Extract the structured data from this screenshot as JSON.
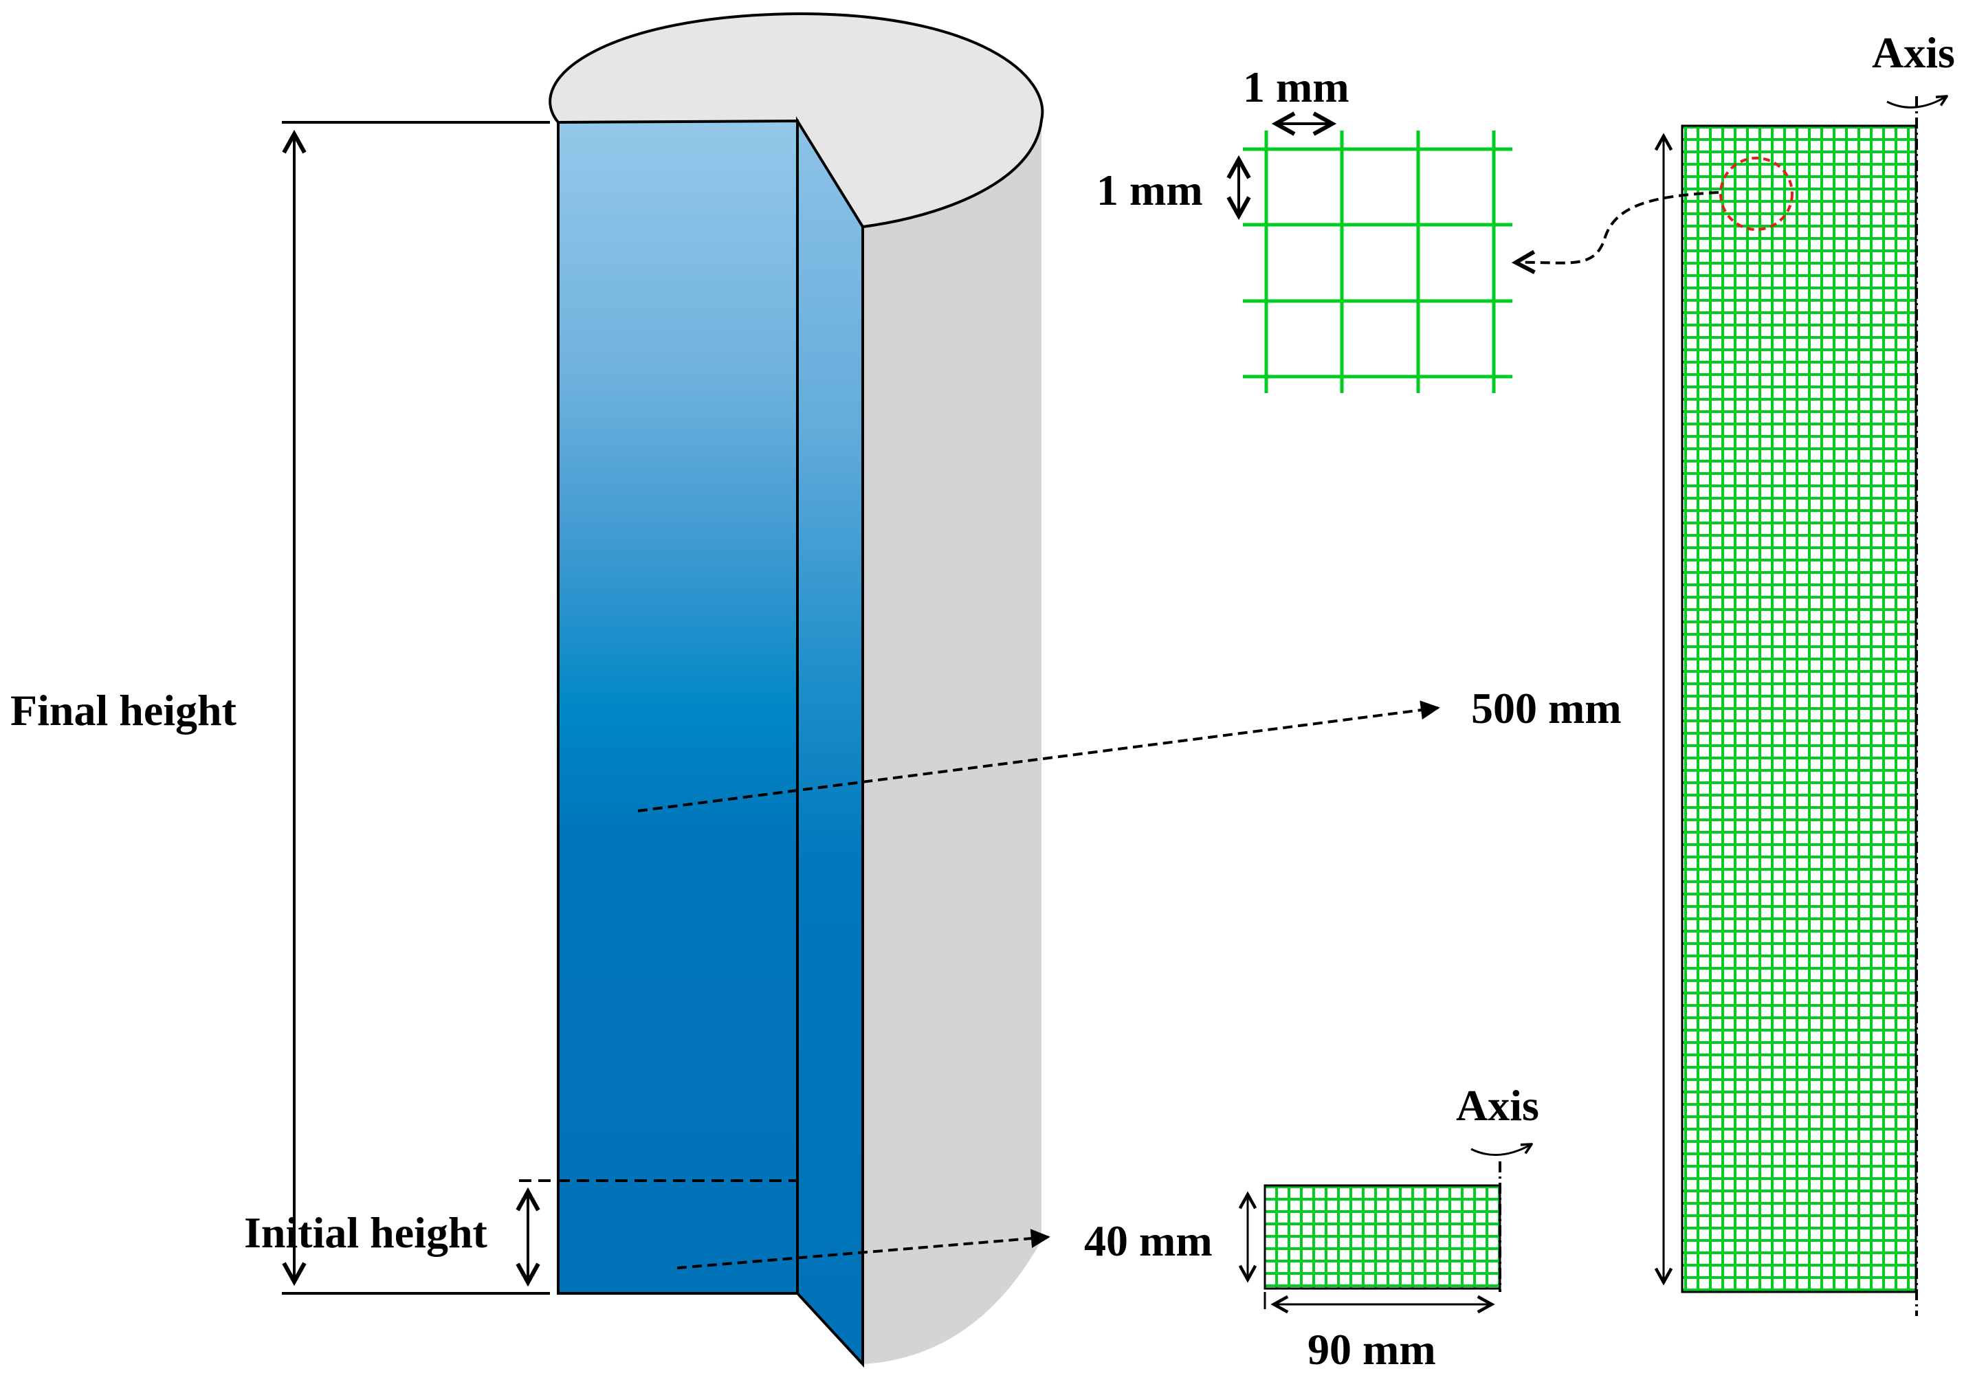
{
  "labels": {
    "final_height": "Final height",
    "initial_height": "Initial height",
    "final_height_value": "500 mm",
    "initial_height_value": "40 mm",
    "width_value": "90 mm",
    "cell_width": "1 mm",
    "cell_height": "1 mm",
    "axis_top": "Axis",
    "axis_bottom": "Axis"
  },
  "colors": {
    "mesh": "#00cc22",
    "outline": "#000000",
    "cylinder_side": "#d4d4d4",
    "cylinder_top": "#e6e6e6",
    "fluid_light": "#8fc3e8",
    "fluid_mid": "#0088c6",
    "fluid_dark": "#0072b8",
    "highlight_circle": "#e02020"
  }
}
